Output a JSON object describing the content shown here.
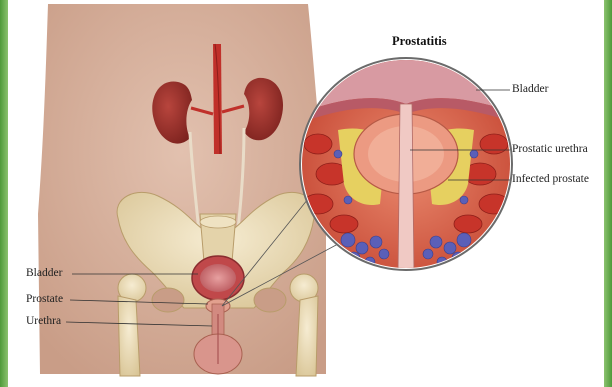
{
  "title": "Prostatitis",
  "labels": {
    "left_bladder": "Bladder",
    "left_prostate": "Prostate",
    "left_urethra": "Urethra",
    "right_bladder": "Bladder",
    "right_prostatic_urethra": "Prostatic urethra",
    "right_infected_prostate": "Infected prostate"
  },
  "colors": {
    "skin": "#d7b29e",
    "bone": "#eadcb8",
    "kidney": "#9a2f2a",
    "muscle": "#c9382c",
    "fat": "#e8d35a",
    "gland": "#5a5fb8"
  }
}
